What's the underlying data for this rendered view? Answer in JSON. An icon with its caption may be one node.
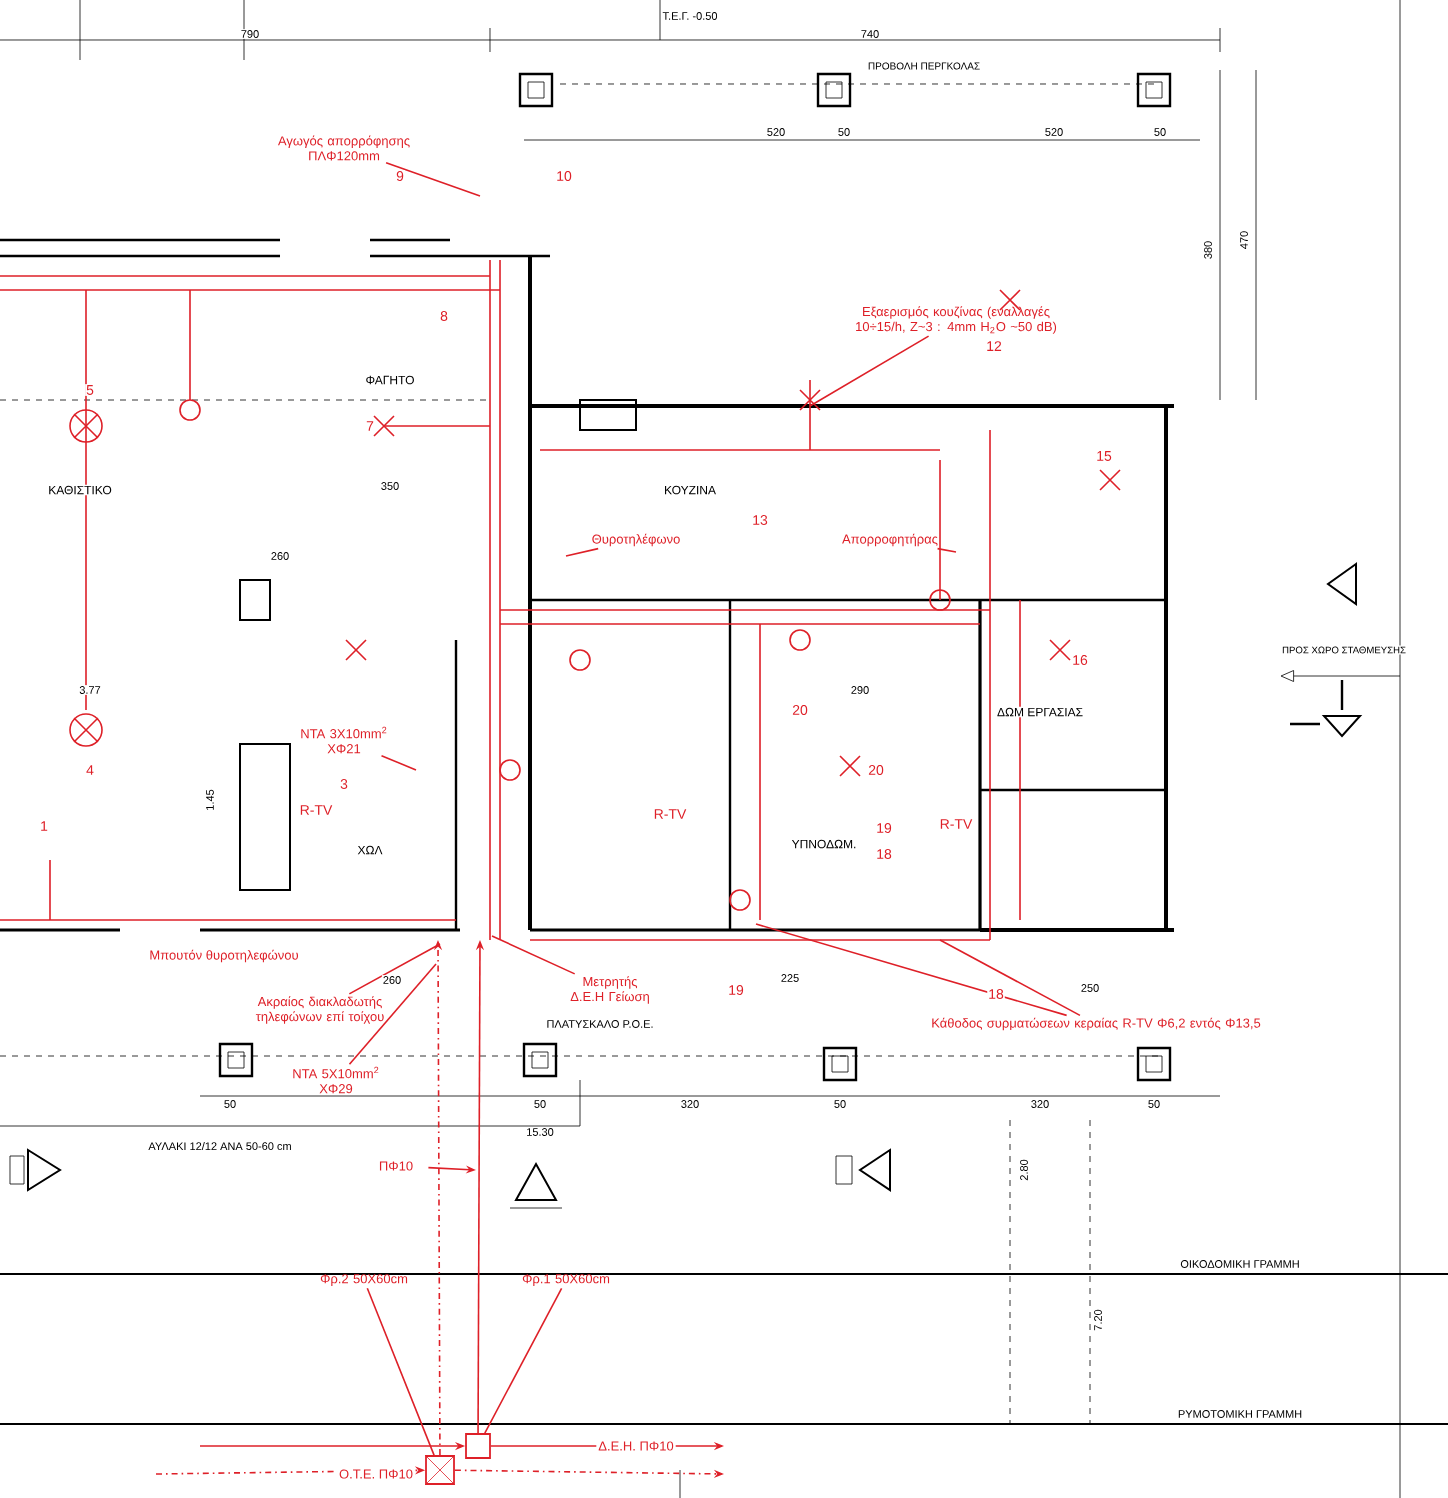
{
  "diagram": {
    "nodes": [
      {
        "text": [
          "Αγωγός απορρόφησης ΠΛΦ120mm"
        ]
      },
      {
        "text": [
          "Εξαερισμός κουζίνας (εναλλαγές 10÷15/h, Ζ~3 : 4mm H$_{2}$O ~50 dB)"
        ]
      },
      {
        "text": [
          "Θυροτηλέφωνο"
        ]
      },
      {
        "text": [
          "Απορροφητήρας"
        ]
      },
      {
        "text": [
          "ΝΤΑ 3Χ10mm$^{2}$ ΧΦ21"
        ]
      },
      {
        "text": [
          "Ακραίος διακλαδωτής τηλεφώνων επί τοίχου"
        ]
      },
      {
        "text": [
          "Μετρητής Δ.Ε.Η Γείωση"
        ]
      },
      {
        "text": [
          "Κάθοδος συρματώσεων κεραίας R-TV Φ6,2 εντός Φ13,5"
        ]
      },
      {
        "text": [
          "ΝΤΑ 5Χ10mm$^{2}$ ΧΦ29"
        ]
      },
      {
        "text": [
          "ΠΦ10"
        ]
      },
      {
        "text": [
          "Φρ.2 50X60cm"
        ]
      },
      {
        "text": [],
        "shape": "box"
      },
      {
        "text": [
          "Φρ.1 50X60cm"
        ]
      },
      {
        "text": [],
        "shape": "box"
      }
    ],
    "edges": [
      {
        "from": 0,
        "to": null,
        "arrow": "none"
      },
      {
        "from": 1,
        "to": null,
        "arrow": "none"
      },
      {
        "from": 2,
        "to": null,
        "arrow": "none"
      },
      {
        "from": 3,
        "to": null,
        "arrow": "none"
      },
      {
        "from": 4,
        "to": null,
        "arrow": "none"
      },
      {
        "from": 5,
        "to": null,
        "arrow": "none"
      },
      {
        "from": 6,
        "to": null,
        "arrow": "none"
      },
      {
        "from": 7,
        "to": null,
        "arrow": "none"
      },
      {
        "from": 7,
        "to": null,
        "arrow": "none"
      },
      {
        "from": 8,
        "to": null,
        "arrow": "none"
      },
      {
        "from": 9,
        "to": null,
        "arrow": "to"
      },
      {
        "from": 10,
        "to": 11,
        "arrow": "none"
      },
      {
        "from": 12,
        "to": 13,
        "arrow": "none"
      },
      {
        "from": null,
        "to": 11,
        "arrow": "to",
        "label": "Ο.Τ.Ε. ΠΦ10",
        "style": "dashed"
      },
      {
        "from": 11,
        "to": null,
        "arrow": "to",
        "style": "dashed"
      },
      {
        "from": null,
        "to": 13,
        "arrow": "to"
      },
      {
        "from": 13,
        "to": null,
        "arrow": "to",
        "label": "Δ.Ε.Η. ΠΦ10"
      },
      {
        "from": 11,
        "to": null,
        "arrow": "to",
        "style": "dashed"
      },
      {
        "from": 13,
        "to": null,
        "arrow": "to"
      }
    ],
    "labels": [
      "Τ.Ε.Γ. -0.50",
      "790",
      "740",
      "ΠΡΟΒΟΛΗ ΠΕΡΓΚΟΛΑΣ",
      "520",
      "50",
      "520",
      "50",
      "380",
      "470",
      "ΦΑΓΗΤΟ",
      "ΚΑΘΙΣΤΙΚΟ",
      "350",
      "ΚΟΥΖΙΝΑ",
      "260",
      "3.77",
      "1.45",
      "290",
      "ΧΩΛ",
      "ΔΩΜ ΕΡΓΑΣΙΑΣ",
      "ΥΠΝΟΔΩΜ.",
      "ΠΡΟΣ ΧΩΡΟ ΣΤΑΘΜΕΥΣΗΣ",
      "Μπουτόν θυροτηλεφώνου",
      "260",
      "225",
      "250",
      "ΠΛΑΤΥΣΚΑΛΟ Ρ.Ο.Ε.",
      "50",
      "50",
      "320",
      "50",
      "320",
      "50",
      "15.30",
      "ΑΥΛΑΚΙ 12/12 ΑΝΑ 50-60 cm",
      "2.80",
      "ΟΙΚΟΔΟΜΙΚΗ ΓΡΑΜΜΗ",
      "7.20",
      "ΡΥΜΟΤΟΜΙΚΗ ΓΡΑΜΜΗ",
      "5",
      "4",
      "7",
      "9",
      "10",
      "8",
      "12",
      "13",
      "15",
      "16",
      "20",
      "20",
      "19",
      "18",
      "3",
      "1",
      "19",
      "18",
      "R-TV",
      "R-TV",
      "R-TV"
    ]
  }
}
